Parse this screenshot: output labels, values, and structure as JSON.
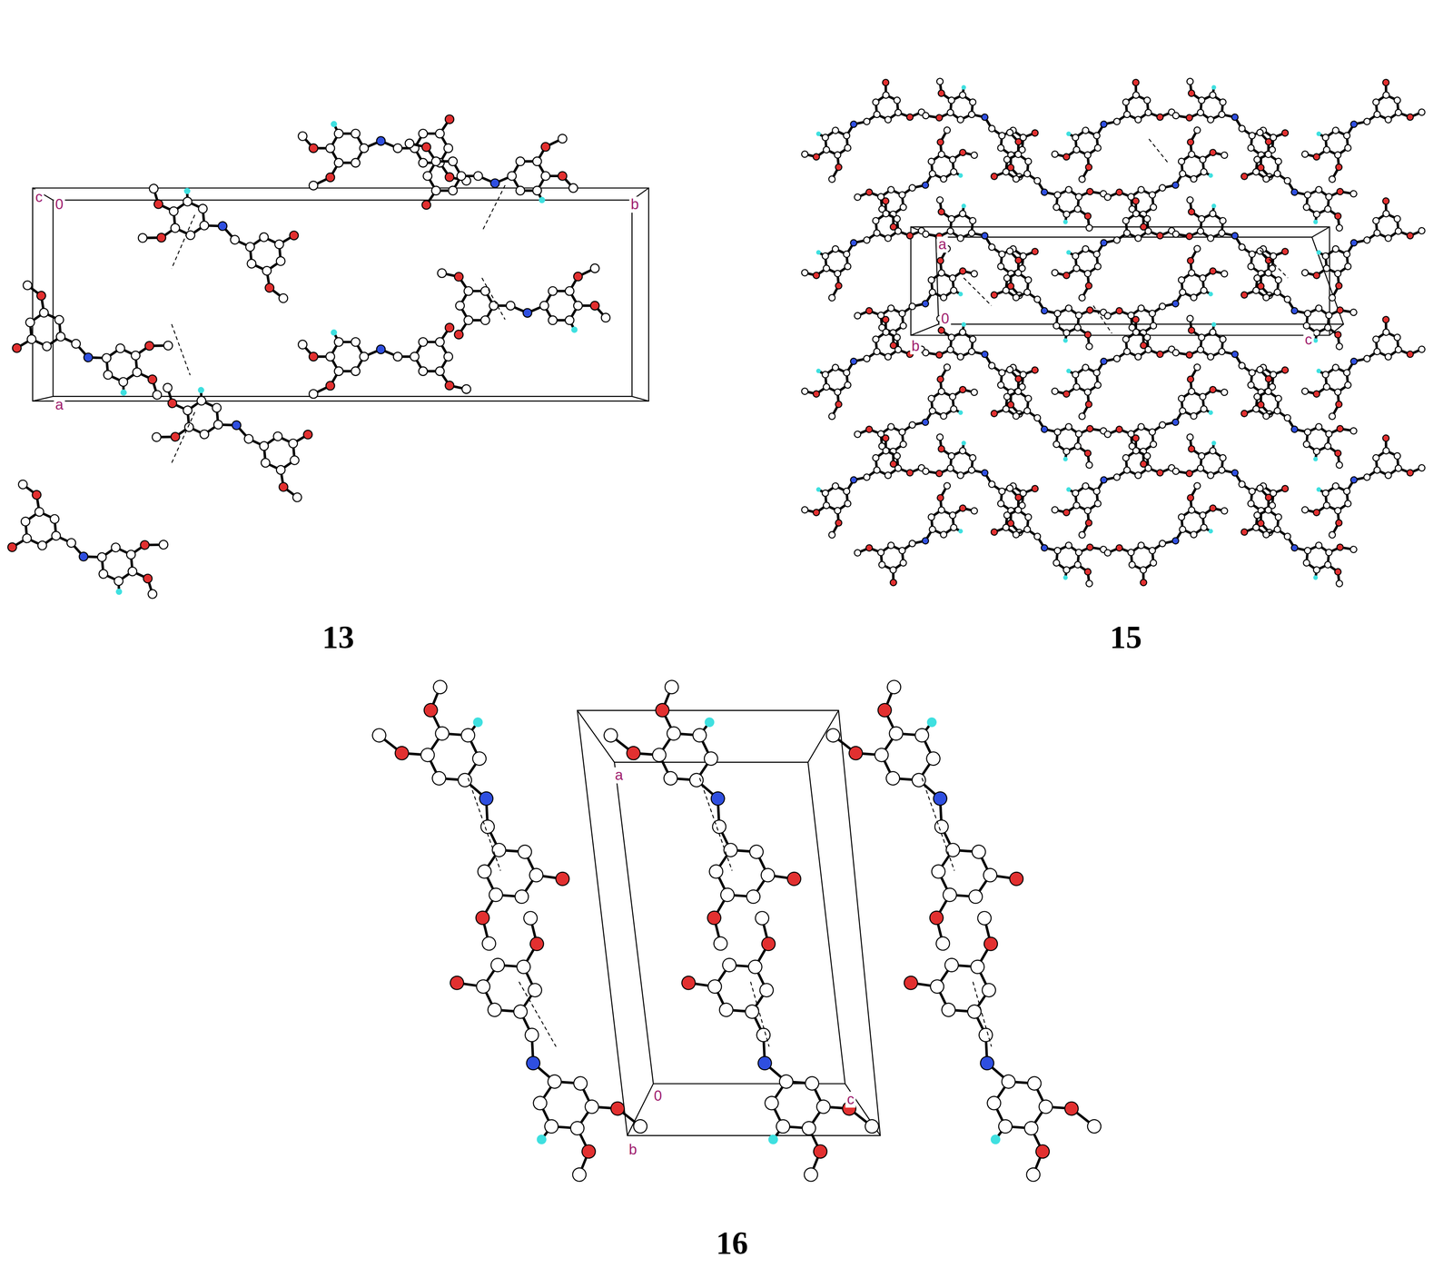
{
  "diagram": {
    "labels": [
      "c",
      "0",
      "b",
      "a",
      "13",
      "a",
      "0",
      "b",
      "c",
      "15",
      "a",
      "0",
      "c",
      "b",
      "16"
    ]
  }
}
